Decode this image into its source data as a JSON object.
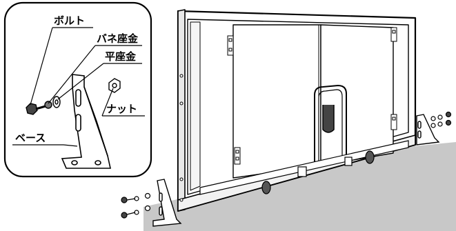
{
  "labels": {
    "bolt": "ボルト",
    "spring_washer": "バネ座金",
    "flat_washer": "平座金",
    "nut": "ナット",
    "base": "ベース"
  },
  "colors": {
    "floor": "#c8c8c8",
    "line": "#000000",
    "board": "#ffffff"
  }
}
